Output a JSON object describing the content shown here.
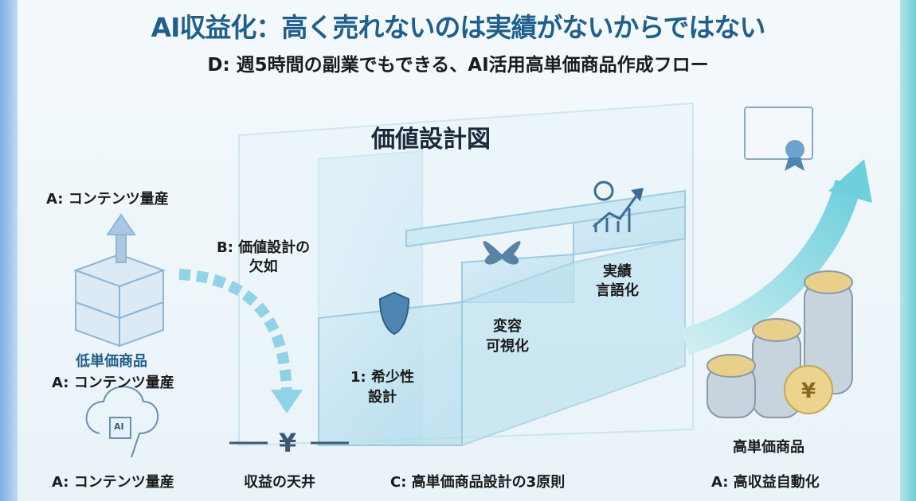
{
  "title": "AI収益化：高く売れないのは実績がないからではない",
  "subtitle": "D: 週5時間の副業でもできる、AI活用高単価商品作成フロー",
  "diagram_title": "価値設計図",
  "left": {
    "top_label": "A: コンテンツ量産",
    "product_name": "低単価商品",
    "product_sub": "A: コンテンツ量産",
    "bottom_label": "A: コンテンツ量産",
    "ai_chip": "AI"
  },
  "middle": {
    "lack_label": "B: 価値設計の\n欠如",
    "ceiling_label": "収益の天井",
    "yen": "¥"
  },
  "steps": [
    {
      "label": "1: 希少性\n設計"
    },
    {
      "label": "変容\n可視化"
    },
    {
      "label": "実績\n言語化"
    }
  ],
  "principles_label": "C: 高単価商品設計の3原則",
  "right": {
    "product_name": "高単価商品",
    "sub": "A: 高収益自動化"
  },
  "colors": {
    "title": "#1f5f8e",
    "accent": "#7fd0e0"
  }
}
